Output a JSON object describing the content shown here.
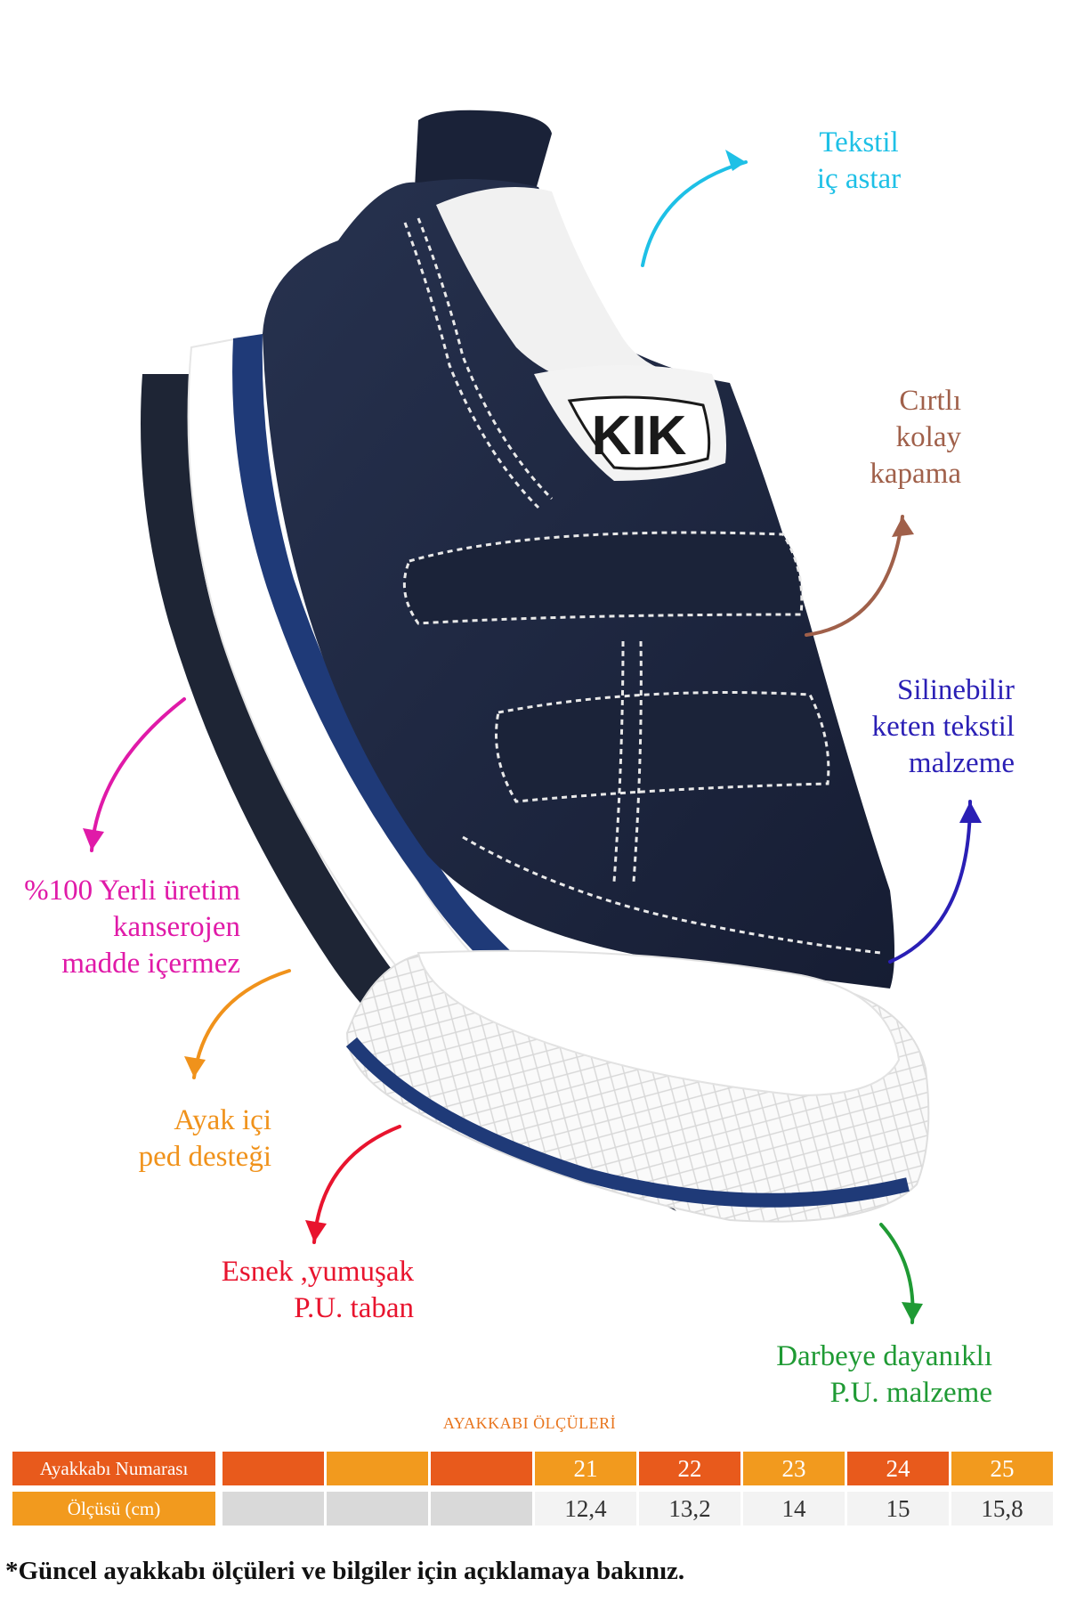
{
  "colors": {
    "shoe_canvas": "#1c2540",
    "shoe_rubber": "#ffffff",
    "shoe_stripe": "#1f3a78",
    "stitch": "#e9e9e9",
    "table_orange_dark": "#e85a1c",
    "table_orange_light": "#f29a1e",
    "table_gray": "#d9d9d9",
    "table_light": "#f3f3f3"
  },
  "callouts": {
    "lining": {
      "lines": [
        "Tekstil",
        "iç astar"
      ],
      "color": "#1ec0e6"
    },
    "velcro": {
      "lines": [
        "Cırtlı",
        "kolay",
        "kapama"
      ],
      "color": "#a0604a"
    },
    "material": {
      "lines": [
        "Silinebilir",
        "keten tekstil",
        "malzeme"
      ],
      "color": "#2a1fb5"
    },
    "local": {
      "lines": [
        "%100 Yerli üretim",
        "kanserojen",
        "madde içermez"
      ],
      "color": "#e01aa8"
    },
    "pad": {
      "lines": [
        "Ayak içi",
        "ped desteği"
      ],
      "color": "#f0921b"
    },
    "sole": {
      "lines": [
        "Esnek ,yumuşak",
        "P.U. taban"
      ],
      "color": "#e8142e"
    },
    "durable": {
      "lines": [
        "Darbeye dayanıklı",
        "P.U. malzeme"
      ],
      "color": "#1f9a34"
    }
  },
  "brand_logo_text": "KIK",
  "size_table": {
    "title": "AYAKKABI ÖLÇÜLERİ",
    "row1_label": "Ayakkabı Numarası",
    "row2_label": "Ölçüsü (cm)",
    "sizes": [
      "",
      "",
      "",
      "21",
      "22",
      "23",
      "24",
      "25"
    ],
    "measures": [
      "",
      "",
      "",
      "12,4",
      "13,2",
      "14",
      "15",
      "15,8"
    ]
  },
  "footnote": "*Güncel ayakkabı ölçüleri ve bilgiler için açıklamaya bakınız."
}
